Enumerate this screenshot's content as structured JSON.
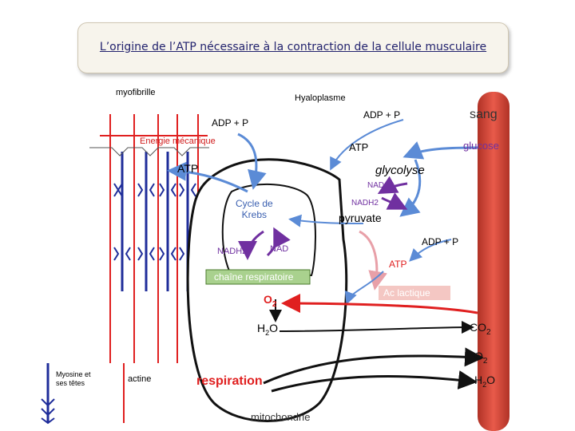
{
  "title": "L’origine de l’ATP nécessaire à la contraction de  la cellule musculaire",
  "labels": {
    "myofibrille": "myofibrille",
    "hyaloplasme": "Hyaloplasme",
    "sang": "sang",
    "adp_p_left": "ADP + P",
    "adp_p_top": "ADP + P",
    "energie": "Energie mécanique",
    "atp_hyalo": "ATP",
    "glucose": "glucose",
    "atp_left": "ATP",
    "glycolyse": "glycolyse",
    "nad_top": "NAD",
    "nadh2_top": "NADH2",
    "cycle_krebs": "Cycle de\nKrebs",
    "pyruvate": "pyruvate",
    "adp_p_right": "ADP + P",
    "nadh2_mito": "NADH2",
    "nad_mito": "NAD",
    "atp_red": "ATP",
    "chaine": "chaîne respiratoire",
    "ac_lactique": "Ac lactique",
    "o2_mito": "O",
    "o2_mito_sub": "2",
    "h2o_mito": "H",
    "h2o_mito_sub": "2",
    "h2o_mito_end": "O",
    "co2": "CO",
    "co2_sub": "2",
    "o2_right": "O",
    "o2_right_sub": "2",
    "h2o_right": "H",
    "h2o_right_sub": "2",
    "h2o_right_end": "O",
    "respiration": "respiration",
    "mitochondrie": "mitochondrie",
    "myosine": "Myosine et\nses têtes",
    "actine": "actine"
  },
  "colors": {
    "title_text": "#23236e",
    "title_bg": "#f7f4ec",
    "blood": "#c0392b",
    "actin": "#e02020",
    "myosin": "#1f2d9a",
    "atp_red": "#e02020",
    "chaine_bg": "#a9d18e",
    "purple": "#7030a0",
    "arrow_blue": "#5b8bd6",
    "ac_lactique_bg": "#f4c7c3"
  }
}
